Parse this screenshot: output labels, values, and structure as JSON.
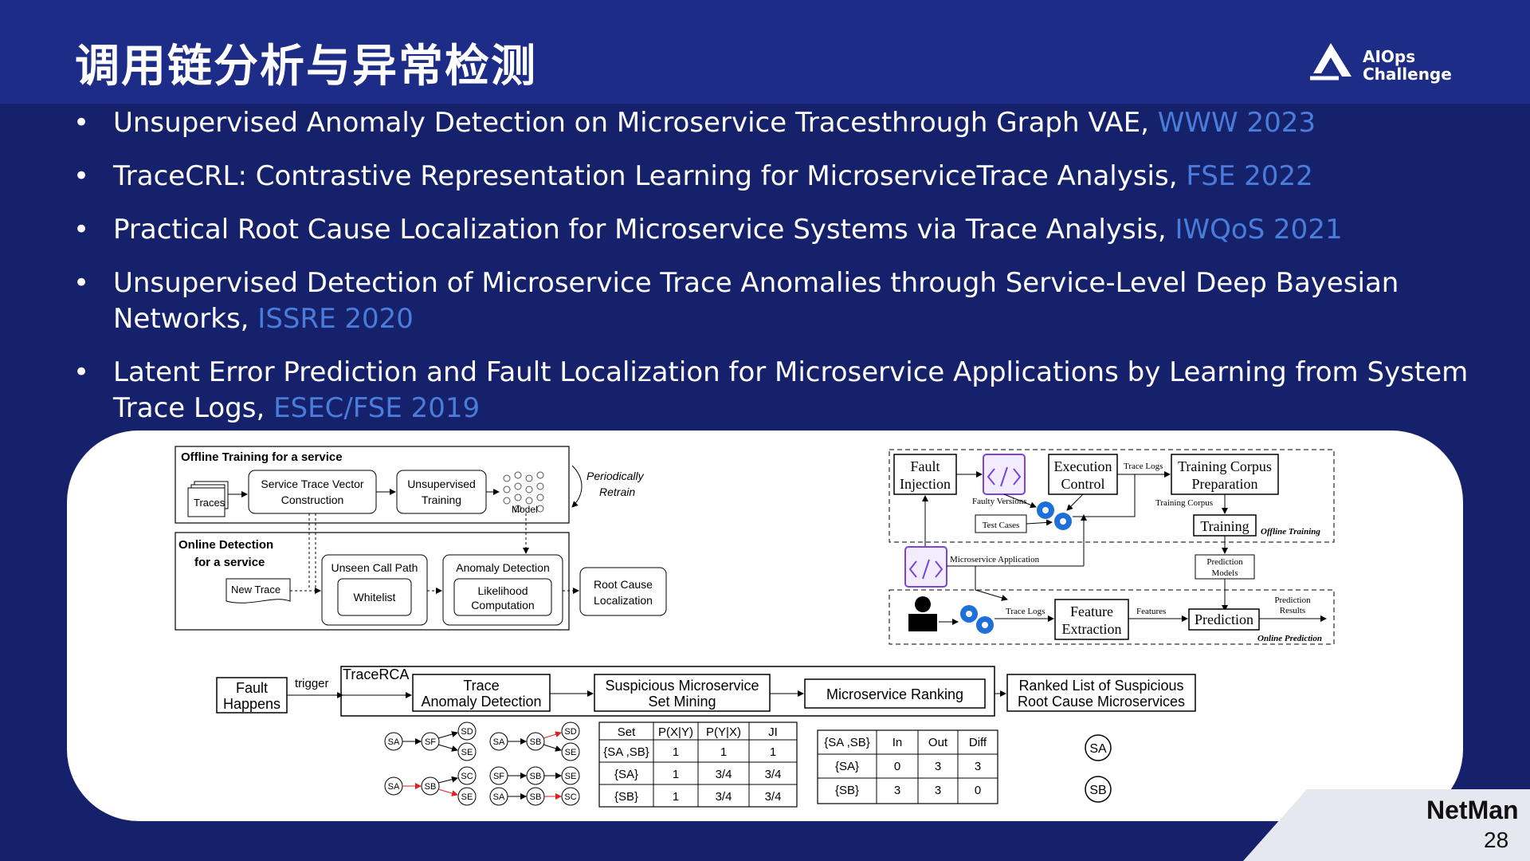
{
  "header": {
    "title": "调用链分析与异常检测",
    "logo_line1": "AIOps",
    "logo_line2": "Challenge"
  },
  "bullets": [
    {
      "text": "Unsupervised Anomaly Detection on Microservice Tracesthrough Graph VAE, ",
      "venue": "WWW 2023"
    },
    {
      "text": "TraceCRL: Contrastive Representation Learning for MicroserviceTrace Analysis, ",
      "venue": "FSE 2022"
    },
    {
      "text": "Practical Root Cause Localization for Microservice Systems via Trace Analysis, ",
      "venue": "IWQoS 2021"
    },
    {
      "text": "Unsupervised Detection of Microservice Trace Anomalies through Service-Level Deep Bayesian Networks, ",
      "venue": "ISSRE 2020"
    },
    {
      "text": "Latent Error Prediction and Fault Localization for Microservice Applications by Learning from System Trace Logs, ",
      "venue": "ESEC/FSE 2019"
    }
  ],
  "fig1": {
    "offline_title": "Offline Training for a service",
    "traces": "Traces",
    "stv_l1": "Service Trace Vector",
    "stv_l2": "Construction",
    "ut_l1": "Unsupervised",
    "ut_l2": "Training",
    "model": "Model",
    "retrain_l1": "Periodically",
    "retrain_l2": "Retrain",
    "online_l1": "Online Detection",
    "online_l2": "for a service",
    "new_trace": "New Trace",
    "unseen": "Unseen Call Path",
    "whitelist": "Whitelist",
    "anomaly": "Anomaly Detection",
    "lik_l1": "Likelihood",
    "lik_l2": "Computation",
    "rc_l1": "Root Cause",
    "rc_l2": "Localization"
  },
  "fig2": {
    "fault_l1": "Fault",
    "fault_l2": "Injection",
    "exec_l1": "Execution",
    "exec_l2": "Control",
    "trace_logs": "Trace Logs",
    "tcp_l1": "Training Corpus",
    "tcp_l2": "Preparation",
    "faulty_versions": "Faulty Versions",
    "training_corpus": "Training Corpus",
    "test_cases": "Test Cases",
    "training": "Training",
    "offline_training": "Offline Training",
    "micro_app": "Microservice Application",
    "pred_models_l1": "Prediction",
    "pred_models_l2": "Models",
    "trace_logs2": "Trace Logs",
    "fe_l1": "Feature",
    "fe_l2": "Extraction",
    "features": "Features",
    "prediction": "Prediction",
    "pred_results_l1": "Prediction",
    "pred_results_l2": "Results",
    "online_prediction": "Online Prediction"
  },
  "fig3": {
    "fault_l1": "Fault",
    "fault_l2": "Happens",
    "trigger": "trigger",
    "tracerca": "TraceRCA",
    "tad_l1": "Trace",
    "tad_l2": "Anomaly Detection",
    "sms_l1": "Suspicious Microservice",
    "sms_l2": "Set Mining",
    "ranking": "Microservice Ranking",
    "ranked_l1": "Ranked List of Suspicious",
    "ranked_l2": "Root Cause Microservices",
    "table1": {
      "headers": [
        "Set",
        "P(X|Y)",
        "P(Y|X)",
        "JI"
      ],
      "rows": [
        [
          "{SA ,SB}",
          "1",
          "1",
          "1"
        ],
        [
          "{SA}",
          "1",
          "3/4",
          "3/4"
        ],
        [
          "{SB}",
          "1",
          "3/4",
          "3/4"
        ]
      ]
    },
    "table2": {
      "headers": [
        "{SA ,SB}",
        "In",
        "Out",
        "Diff"
      ],
      "rows": [
        [
          "{SA}",
          "0",
          "3",
          "3"
        ],
        [
          "{SB}",
          "3",
          "3",
          "0"
        ]
      ]
    },
    "ranked_nodes": [
      "SA",
      "SB"
    ]
  },
  "footer": {
    "brand": "NetMan",
    "page": "28"
  },
  "colors": {
    "background": "#16216b",
    "header": "#1d2c86",
    "venue": "#4a7cd9",
    "red_arrow": "#e02020"
  }
}
